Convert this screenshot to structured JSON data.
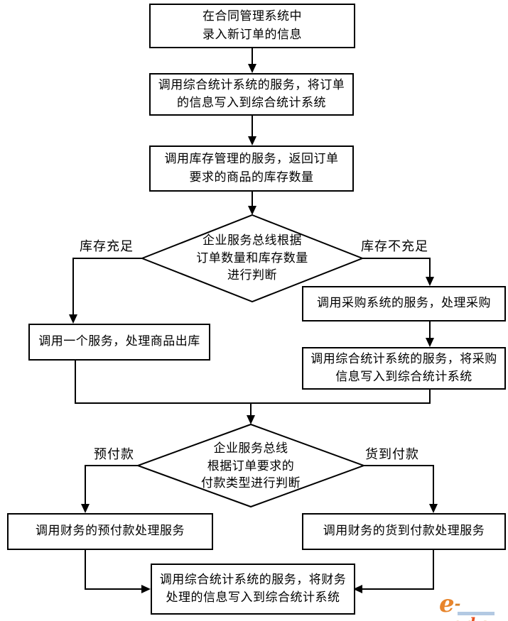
{
  "nodes": {
    "start": {
      "text": "在合同管理系统中\n录入新订单的信息"
    },
    "write_order_stats": {
      "text": "调用综合统计系统的服务，将订单\n的信息写入到综合统计系统"
    },
    "inventory_service": {
      "text": "调用库存管理的服务，返回订单\n要求的商品的库存数量"
    },
    "decision_inventory": {
      "text": "企业服务总线根据\n订单数量和库存数量\n进行判断"
    },
    "outbound_service": {
      "text": "调用一个服务，处理商品出库"
    },
    "procurement_service": {
      "text": "调用采购系统的服务，处理采购"
    },
    "write_procurement_stats": {
      "text": "调用综合统计系统的服务，将采购\n信息写入到综合统计系统"
    },
    "decision_payment": {
      "text": "企业服务总线\n根据订单要求的\n付款类型进行判断"
    },
    "prepay_service": {
      "text": "调用财务的预付款处理服务"
    },
    "cod_service": {
      "text": "调用财务的货到付款处理服务"
    },
    "write_finance_stats": {
      "text": "调用综合统计系统的服务，将财务\n处理的信息写入到综合统计系统"
    }
  },
  "edge_labels": {
    "inventory_sufficient": "库存充足",
    "inventory_insufficient": "库存不充足",
    "prepayment": "预付款",
    "cash_on_delivery": "货到付款"
  },
  "logo": {
    "e": "e",
    "wor": "-wor",
    "k": "k",
    "s": "s"
  },
  "colors": {
    "line": "#000000",
    "background": "#ffffff",
    "logo_orange": "#d47f28",
    "logo_red": "#e8501e",
    "logo_bar_blue": "#b3c9e2"
  }
}
